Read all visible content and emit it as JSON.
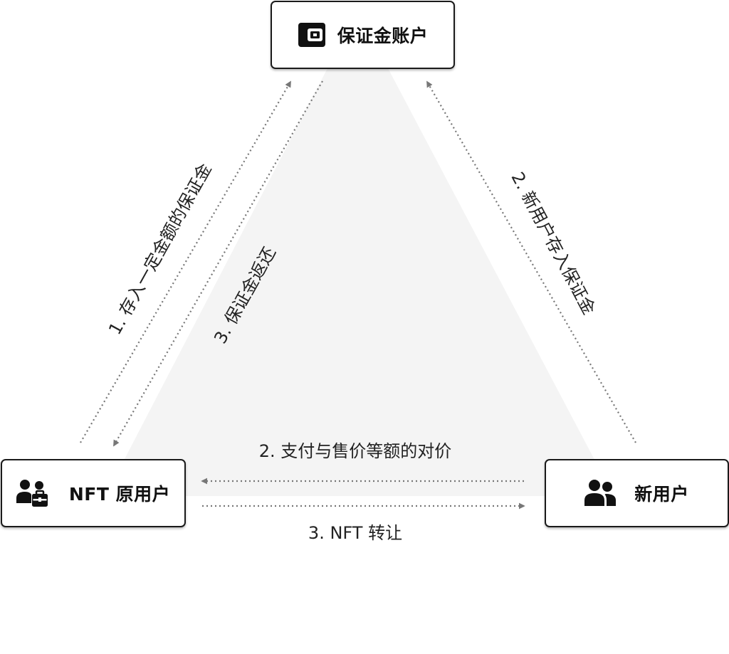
{
  "nodes": {
    "deposit_account": {
      "label": "保证金账户",
      "icon": "wallet-icon"
    },
    "original_user": {
      "label": "NFT 原用户",
      "icon": "user-briefcase-icon"
    },
    "new_user": {
      "label": "新用户",
      "icon": "users-icon"
    }
  },
  "edges": {
    "deposit_initial": "1. 存入一定金额的保证金",
    "deposit_return": "3. 保证金返还",
    "new_user_deposit": "2. 新用户存入保证金",
    "pay_equivalent": "2. 支付与售价等额的对价",
    "nft_transfer": "3. NFT 转让"
  },
  "colors": {
    "border": "#1a1a1a",
    "arrow": "#777777",
    "triangle_fill": "#f4f4f4"
  }
}
